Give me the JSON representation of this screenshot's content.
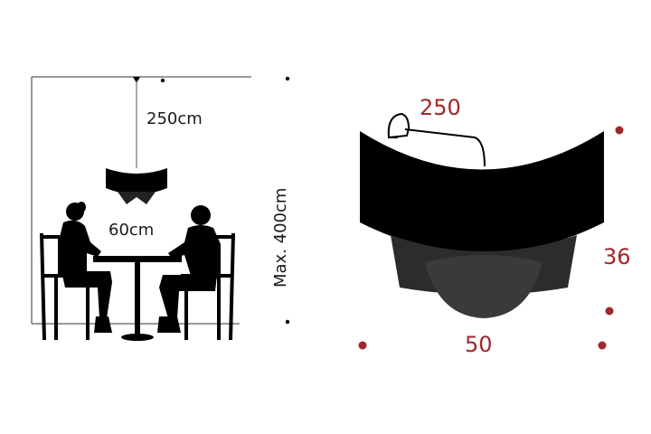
{
  "left_scene": {
    "cable_length_label": "250cm",
    "shade_width_label": "60cm",
    "max_height_label": "Max. 400cm"
  },
  "right_lamp": {
    "cord_label": "250",
    "height_label": "36",
    "width_label": "50",
    "accent_color": "#a0282a",
    "shade_color": "#000000"
  }
}
